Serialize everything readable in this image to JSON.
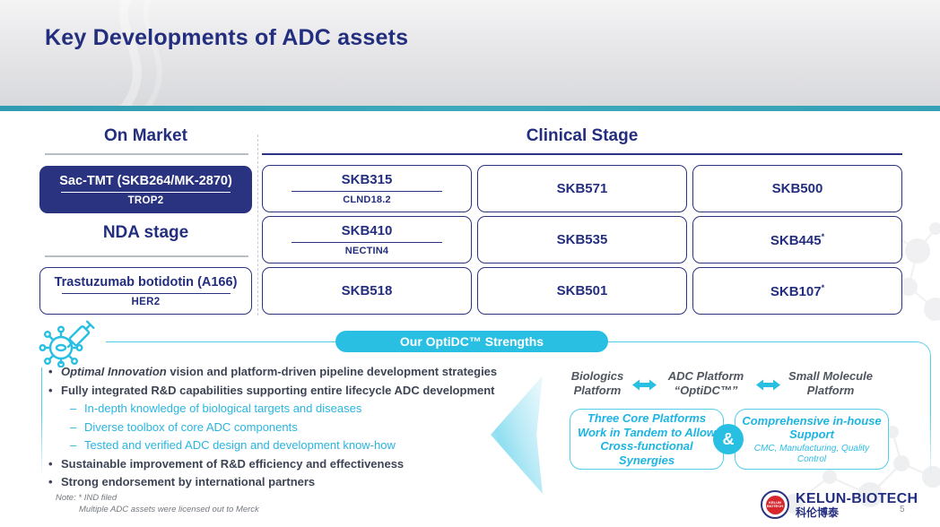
{
  "slide": {
    "title": "Key Developments of ADC assets",
    "page_number": "5"
  },
  "colors": {
    "navy": "#2A3380",
    "cyan": "#29BFE3",
    "teal_bar": "#3FA9BD",
    "body_text": "#3D4454",
    "sub_bullet": "#29B5E0",
    "logo_red": "#D6272E"
  },
  "on_market": {
    "heading": "On Market",
    "asset": {
      "name": "Sac-TMT (SKB264/MK-2870)",
      "target": "TROP2"
    }
  },
  "nda": {
    "heading": "NDA stage",
    "asset": {
      "name": "Trastuzumab botidotin (A166)",
      "target": "HER2"
    }
  },
  "clinical": {
    "heading": "Clinical Stage",
    "cells": [
      {
        "name": "SKB315",
        "target": "CLND18.2"
      },
      {
        "name": "SKB571"
      },
      {
        "name": "SKB500"
      },
      {
        "name": "SKB410",
        "target": "NECTIN4"
      },
      {
        "name": "SKB535"
      },
      {
        "name": "SKB445",
        "mark": "*"
      },
      {
        "name": "SKB518"
      },
      {
        "name": "SKB501"
      },
      {
        "name": "SKB107",
        "mark": "*"
      }
    ]
  },
  "strengths": {
    "banner": "Our OptiDC™ Strengths",
    "bullet_marker": "•",
    "sub_marker": "–",
    "bullets": [
      {
        "lead": "Optimal Innovation",
        "rest": " vision and platform-driven pipeline development strategies"
      },
      {
        "text": "Fully integrated R&D capabilities supporting entire lifecycle ADC development"
      },
      {
        "text": "Sustainable improvement of R&D efficiency and effectiveness"
      },
      {
        "text": "Strong endorsement by international partners"
      }
    ],
    "sub_bullets": [
      "In-depth knowledge of biological targets and diseases",
      "Diverse toolbox of core ADC components",
      "Tested and verified ADC design and development know-how"
    ],
    "platforms": [
      {
        "line1": "Biologics",
        "line2": "Platform"
      },
      {
        "line1": "ADC Platform",
        "line2": "“OptiDC™”"
      },
      {
        "line1": "Small Molecule",
        "line2": "Platform"
      }
    ],
    "synergy_box": "Three Core Platforms Work in Tandem to Allow Cross-functional Synergies",
    "ampersand": "&",
    "support_box": {
      "title": "Comprehensive in-house Support",
      "subtitle": "CMC, Manufacturing, Quality Control"
    }
  },
  "note": {
    "label": "Note:",
    "line1": "* IND filed",
    "line2": "Multiple ADC assets were licensed out to Merck"
  },
  "footer": {
    "company_en": "KELUN-BIOTECH",
    "company_cn": "科伦博泰",
    "emblem_line1": "KELUN",
    "emblem_line2": "BIOTECH"
  }
}
